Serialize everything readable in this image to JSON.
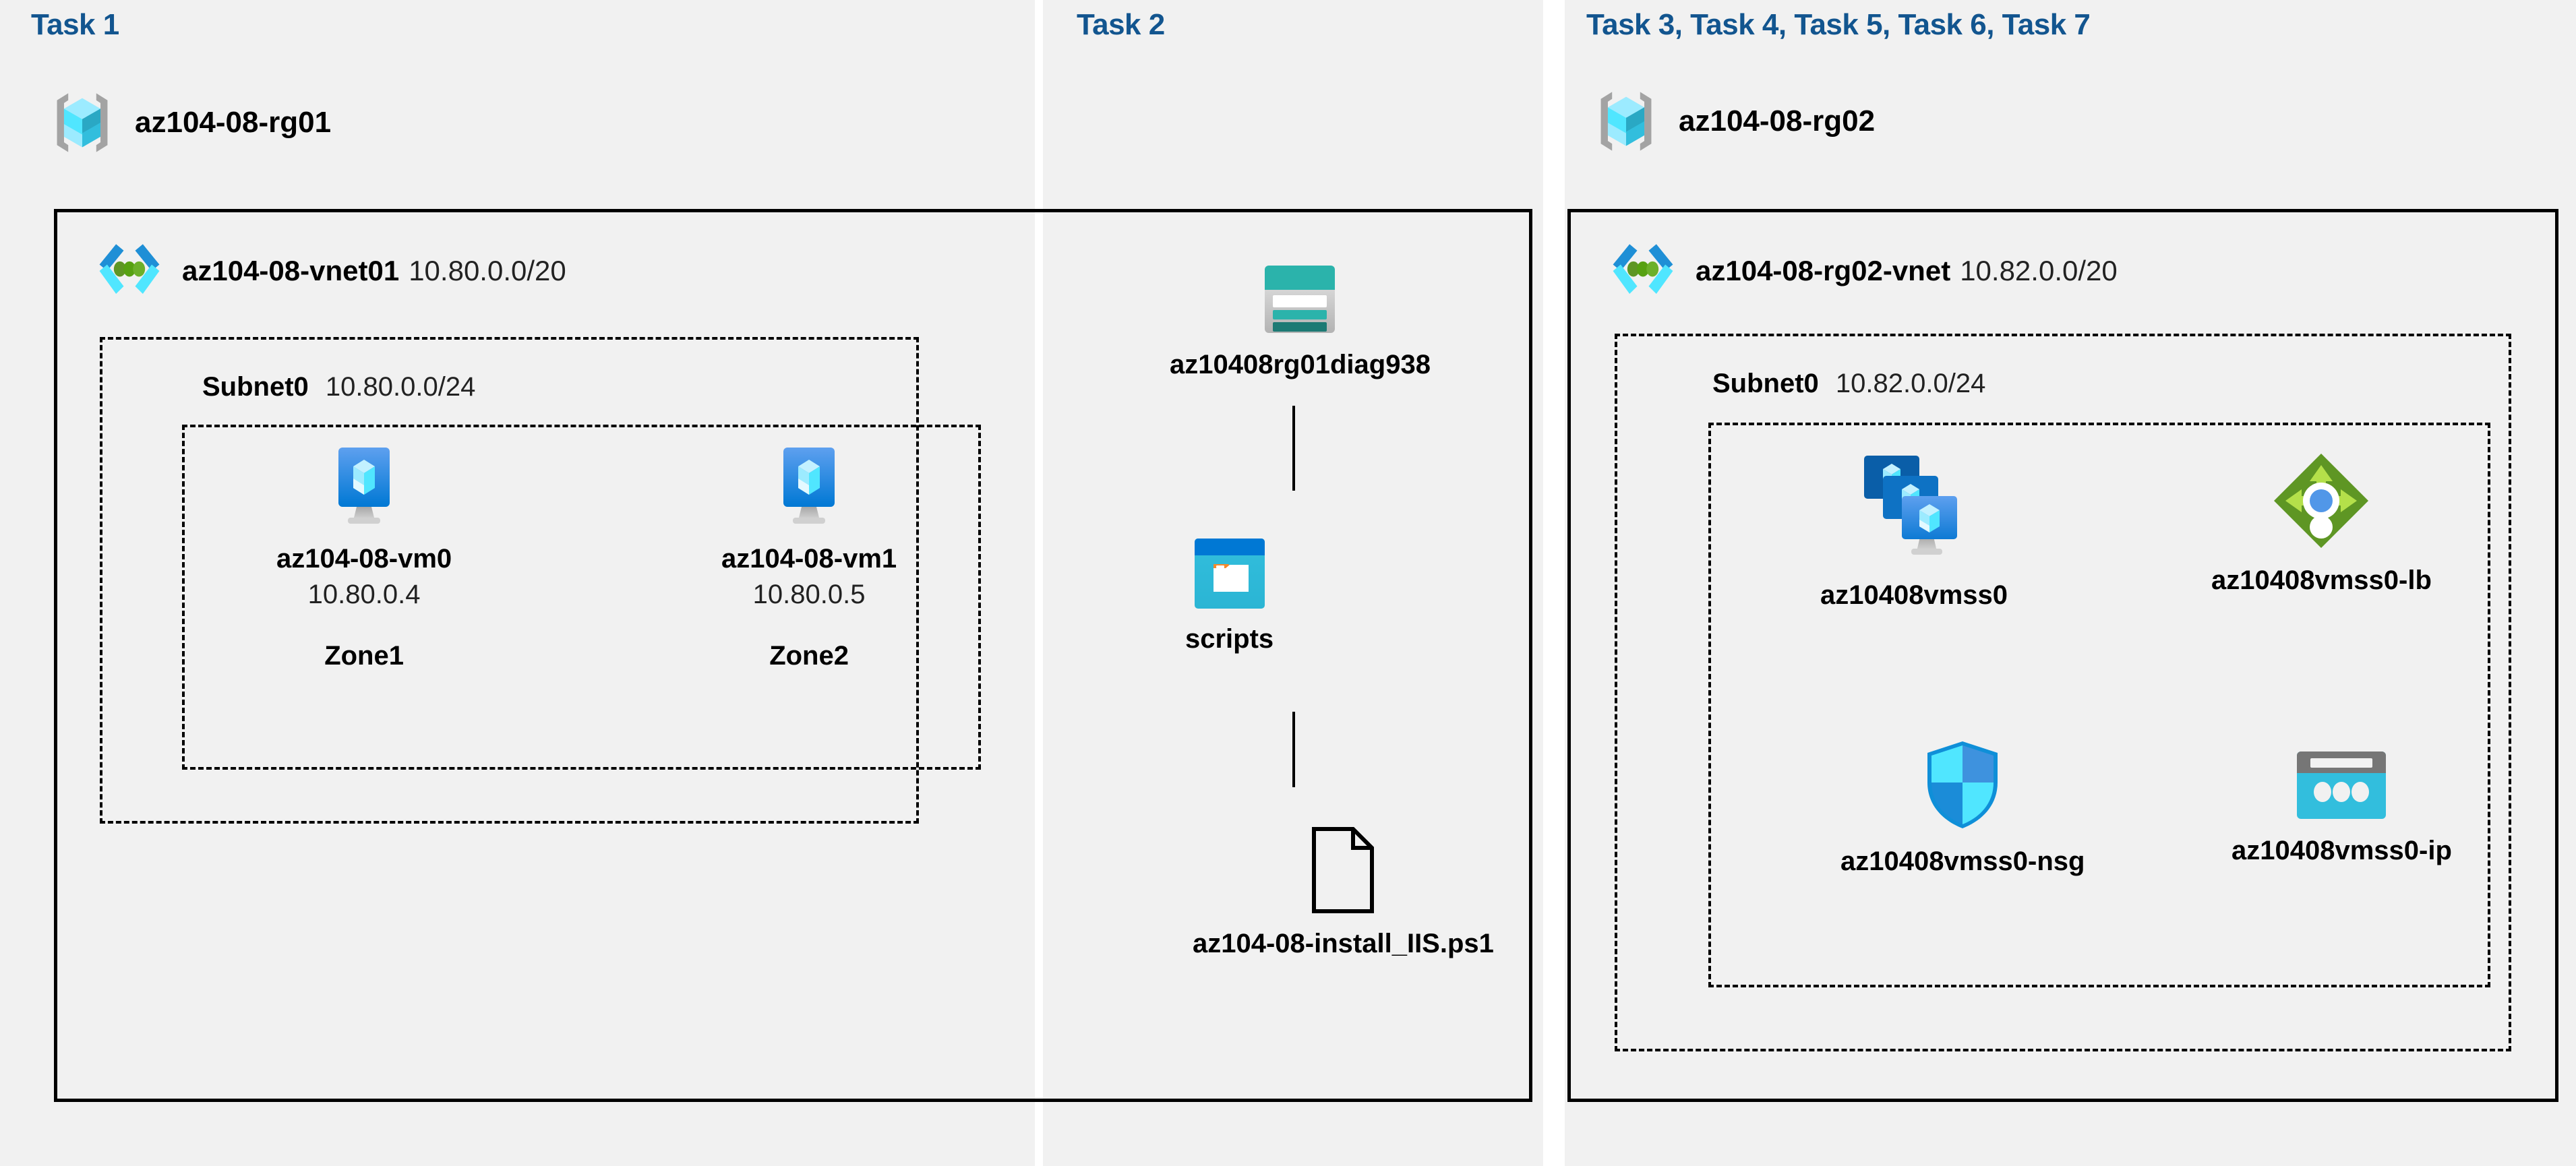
{
  "colors": {
    "task_title": "#12558f",
    "panel_bg": "#f1f1f1",
    "page_bg": "#ffffff",
    "border": "#000000",
    "rg_cube": "#50e6ff",
    "vnet_chevron": "#1f8fd6",
    "vnet_dot": "#5e9624",
    "vm_blue": "#0078d4",
    "storage_teal": "#2bb3ab",
    "container_cyan": "#32bedd",
    "container_tab": "#f7892b",
    "lb_green": "#5e9624",
    "nsg_cyan": "#32bedd",
    "ip_cyan": "#32bedd",
    "ip_grey": "#767676"
  },
  "panels": [
    {
      "id": "task1",
      "title": "Task 1",
      "resource_group": {
        "name": "az104-08-rg01",
        "icon": "resource-group-icon"
      },
      "vnet": {
        "name": "az104-08-vnet01",
        "cidr": "10.80.0.0/20",
        "icon": "virtual-network-icon"
      },
      "subnet": {
        "name": "Subnet0",
        "cidr": "10.80.0.0/24"
      },
      "vms": [
        {
          "name": "az104-08-vm0",
          "ip": "10.80.0.4",
          "zone": "Zone1",
          "icon": "virtual-machine-icon"
        },
        {
          "name": "az104-08-vm1",
          "ip": "10.80.0.5",
          "zone": "Zone2",
          "icon": "virtual-machine-icon"
        }
      ]
    },
    {
      "id": "task2",
      "title": "Task 2",
      "chain": [
        {
          "name": "az10408rg01diag938",
          "icon": "storage-account-icon"
        },
        {
          "name": "scripts",
          "icon": "blob-container-icon"
        },
        {
          "name": "az104-08-install_IIS.ps1",
          "icon": "script-file-icon"
        }
      ]
    },
    {
      "id": "task3to7",
      "title": "Task 3, Task 4, Task 5, Task 6, Task 7",
      "resource_group": {
        "name": "az104-08-rg02",
        "icon": "resource-group-icon"
      },
      "vnet": {
        "name": "az104-08-rg02-vnet",
        "cidr": "10.82.0.0/20",
        "icon": "virtual-network-icon"
      },
      "subnet": {
        "name": "Subnet0",
        "cidr": "10.82.0.0/24"
      },
      "resources": [
        {
          "name": "az10408vmss0",
          "icon": "vm-scale-set-icon"
        },
        {
          "name": "az10408vmss0-lb",
          "icon": "load-balancer-icon"
        },
        {
          "name": "az10408vmss0-nsg",
          "icon": "network-security-group-icon"
        },
        {
          "name": "az10408vmss0-ip",
          "icon": "public-ip-address-icon"
        }
      ]
    }
  ]
}
